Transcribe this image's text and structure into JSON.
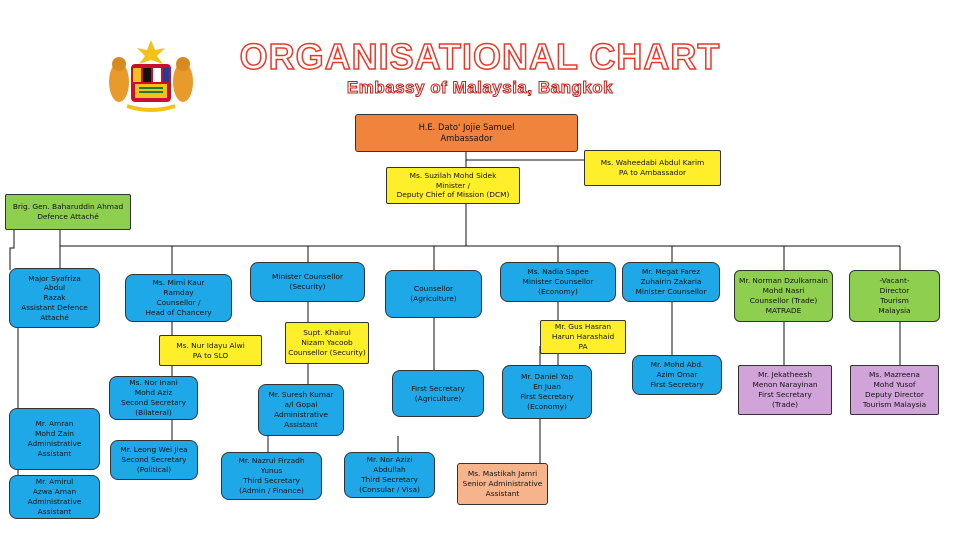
{
  "header": {
    "title": "ORGANISATIONAL CHART",
    "subtitle": "Embassy of Malaysia, Bangkok"
  },
  "colors": {
    "title_outline": "#e8382a",
    "ambassador": "#f0843c",
    "office": "#ffef2a",
    "defence": "#8fcf4f",
    "chancery": "#1fa8e8",
    "trade": "#d0a4d8",
    "senior_admin": "#f6b48c"
  },
  "boxes": {
    "ambassador": "H.E. Dato' Jojie Samuel\nAmbassador",
    "pa_ambassador": "Ms. Waheedabi Abdul Karim\nPA to Ambassador",
    "dcm": "Ms. Suzilah Mohd Sidek\nMinister /\nDeputy Chief of Mission (DCM)",
    "defence_attache": "Brig. Gen. Baharuddin Ahmad\nDefence Attaché",
    "asst_defence": "Major Syafriza\nAbdul\nRazak\nAssistant Defence\nAttaché",
    "amran": "Mr. Amran\nMohd Zain\nAdministrative\nAssistant",
    "amirul": "Mr. Amirul\nAzwa Aman\nAdministrative\nAssistant",
    "mimi": "Ms. Mimi Kaur\nRamday\nCounsellor /\nHead of Chancery",
    "minister_security": "Minister Counsellor\n(Security)",
    "counsellor_agri": "Counsellor\n(Agriculture)",
    "nadia": "Ms. Nadia Sapee\nMinister Counsellor\n(Economy)",
    "megat": "Mr. Megat Farez\nZuhairin Zakaria\nMinister Counsellor",
    "norman": "Mr. Norman Dzulkarnain\nMohd Nasri\nCounsellor (Trade)\nMATRADE",
    "vacant": "-Vacant-\nDirector\nTourism\nMalaysia",
    "nurmayu": "Ms. Nur Idayu Alwi\nPA to SLO",
    "khairul": "Supt. Khairul\nNizam Yacoob\nCounsellor (Security)",
    "gus": "Mr. Gus Hasran\nHarun Harashaid\nPA",
    "nor_inani": "Ms. Nor Inani\nMohd Aziz\nSecond Secretary\n(Bilateral)",
    "leong": "Mr. Leong Wei Jiea\nSecond Secretary\n(Political)",
    "suresh": "Mr. Suresh Kumar\na/l Gopal\nAdministrative\nAssistant",
    "nazrul": "Mr. Nazrul Firzadh\nYunus\nThird Secretary\n(Admin / Finance)",
    "first_sec_agri": "First Secretary\n(Agriculture)",
    "daniel": "Mr. Daniel Yap\nEn Juan\nFirst Secretary\n(Economy)",
    "nor_azizi": "Mr. Nor Azizi\nAbdullah\nThird Secretary\n(Consular / Visa)",
    "mastikah": "Ms. Mastikah Jamri\nSenior Administrative\nAssistant",
    "mohd_abd": "Mr. Mohd Abd.\nAzim Omar\nFirst Secretary",
    "jekatheesh": "Mr. Jekatheesh\nMenon Narayinan\nFirst Secretary\n(Trade)",
    "mazreena": "Ms. Mazreena\nMohd Yusof\nDeputy Director\nTourism Malaysia"
  }
}
